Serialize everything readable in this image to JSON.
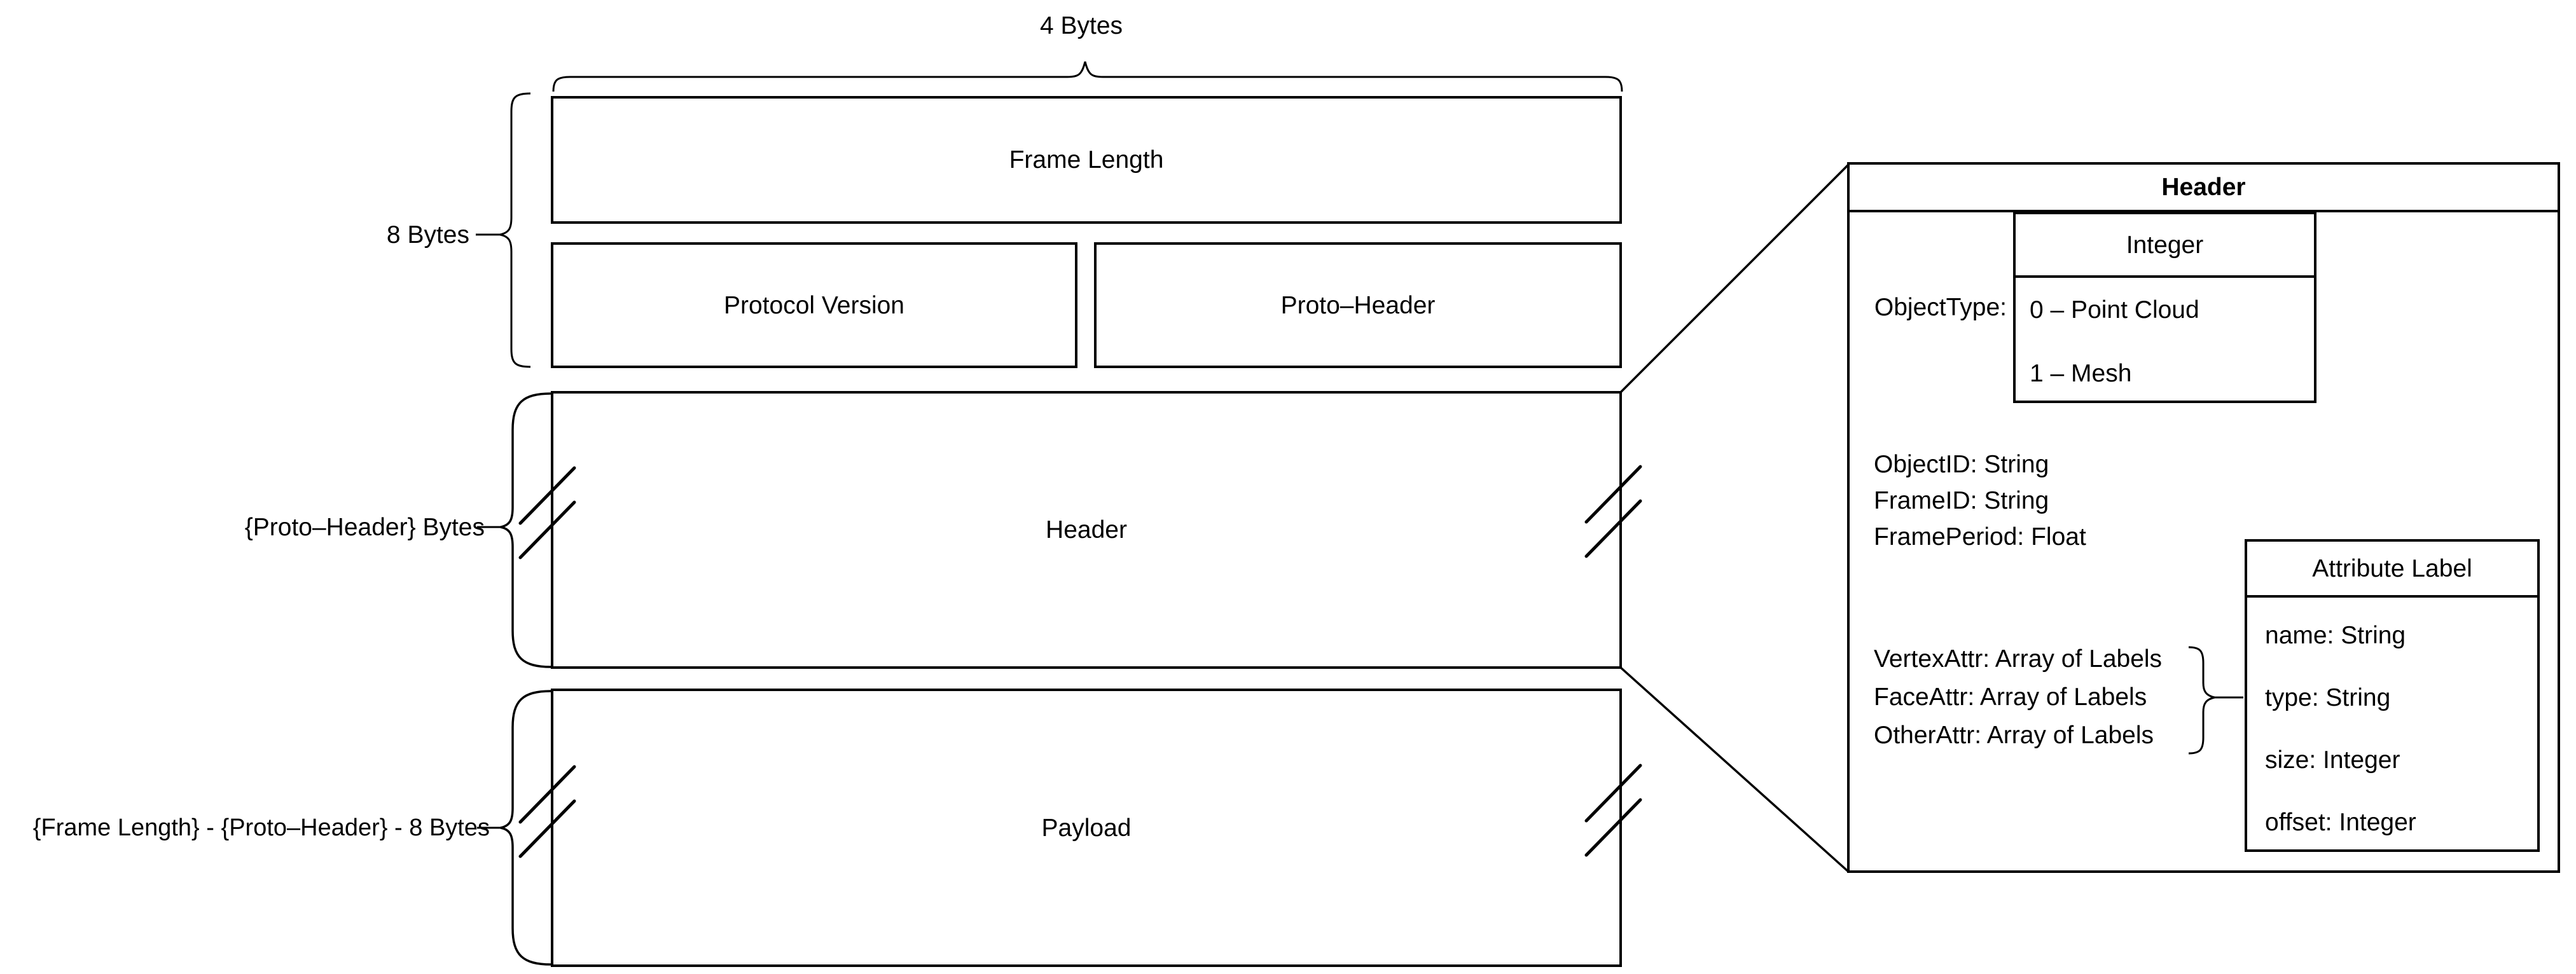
{
  "braces": {
    "four_bytes": "4 Bytes",
    "eight_bytes": "8 Bytes",
    "proto_header_bytes": "{Proto–Header} Bytes",
    "payload_bytes": "{Frame Length} - {Proto–Header} - 8 Bytes"
  },
  "frame": {
    "frame_length": "Frame Length",
    "protocol_version": "Protocol Version",
    "proto_header": "Proto–Header",
    "header": "Header",
    "payload": "Payload"
  },
  "detail": {
    "title": "Header",
    "object_type_label": "ObjectType:",
    "integer_table": {
      "header": "Integer",
      "rows": [
        "0 – Point Cloud",
        "1 – Mesh"
      ]
    },
    "fields": [
      "ObjectID: String",
      "FrameID: String",
      "FramePeriod: Float"
    ],
    "attr_fields": [
      "VertexAttr: Array of Labels",
      "FaceAttr: Array of Labels",
      "OtherAttr: Array of Labels"
    ],
    "attr_table": {
      "header": "Attribute Label",
      "rows": [
        "name: String",
        "type: String",
        "size: Integer",
        "offset: Integer"
      ]
    }
  },
  "colors": {
    "stroke": "#000000",
    "background": "#ffffff"
  }
}
